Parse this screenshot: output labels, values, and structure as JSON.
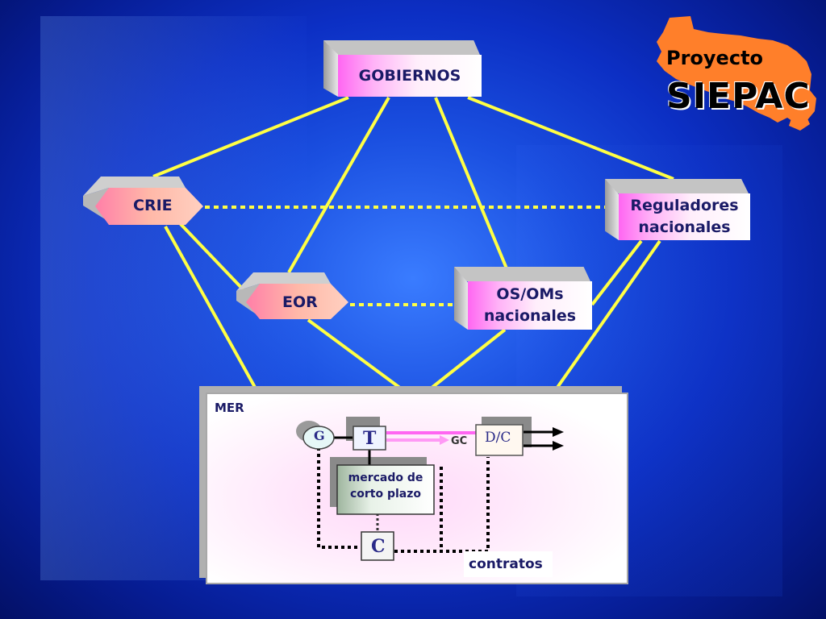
{
  "nodes": {
    "gobiernos": "GOBIERNOS",
    "crie": "CRIE",
    "reguladores": [
      "Reguladores",
      "nacionales"
    ],
    "eor": "EOR",
    "osoms": [
      "OS/OMs",
      "nacionales"
    ]
  },
  "mer": {
    "title": "MER",
    "g": "G",
    "t": "T",
    "gc": "GC",
    "dc": "D/C",
    "mercado": [
      "mercado de",
      "corto plazo"
    ],
    "c": "C",
    "contratos": "contratos"
  },
  "logo": {
    "line1": "Proyecto",
    "line2": "SIEPAC"
  },
  "colors": {
    "connector": "#ffff44",
    "pink": "#ff66f2",
    "text": "#1a1a66"
  }
}
